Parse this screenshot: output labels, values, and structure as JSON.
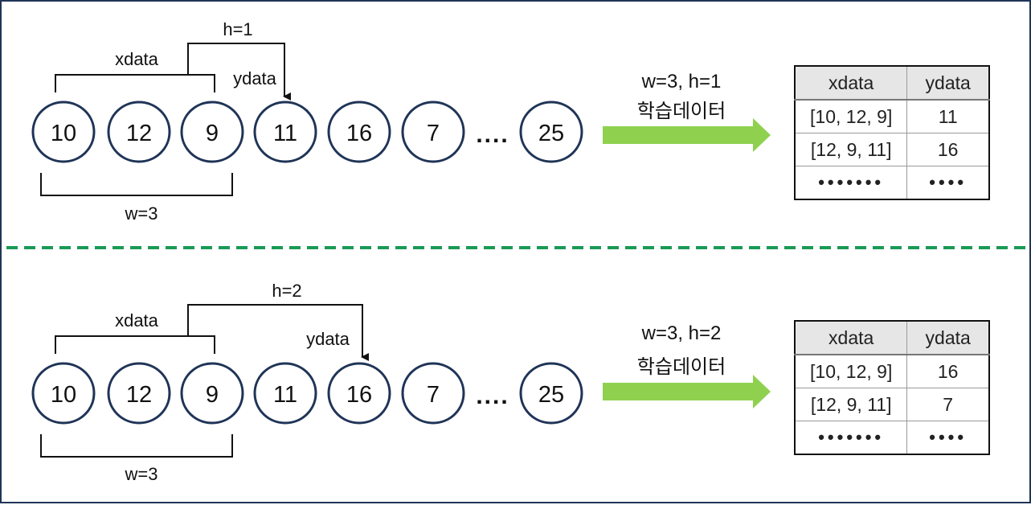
{
  "panels": [
    {
      "nodes": [
        "10",
        "12",
        "9",
        "11",
        "16",
        "7",
        "25"
      ],
      "ellipsis": "....",
      "xdata_label": "xdata",
      "ydata_label": "ydata",
      "h_label": "h=1",
      "w_label": "w=3",
      "arrow_caption_1": "w=3, h=1",
      "arrow_caption_2": "학습데이터",
      "table": {
        "headers": [
          "xdata",
          "ydata"
        ],
        "rows": [
          [
            "[10, 12, 9]",
            "11"
          ],
          [
            "[12, 9, 11]",
            "16"
          ],
          [
            "•••••••",
            "••••"
          ]
        ]
      }
    },
    {
      "nodes": [
        "10",
        "12",
        "9",
        "11",
        "16",
        "7",
        "25"
      ],
      "ellipsis": "....",
      "xdata_label": "xdata",
      "ydata_label": "ydata",
      "h_label": "h=2",
      "w_label": "w=3",
      "arrow_caption_1": "w=3, h=2",
      "arrow_caption_2": "학습데이터",
      "table": {
        "headers": [
          "xdata",
          "ydata"
        ],
        "rows": [
          [
            "[10, 12, 9]",
            "16"
          ],
          [
            "[12, 9, 11]",
            "7"
          ],
          [
            "•••••••",
            "••••"
          ]
        ]
      }
    }
  ],
  "colors": {
    "node_border": "#1f3457",
    "frame_border": "#1f3457",
    "divider": "#1a9a55",
    "arrow": "#8fd14f"
  }
}
